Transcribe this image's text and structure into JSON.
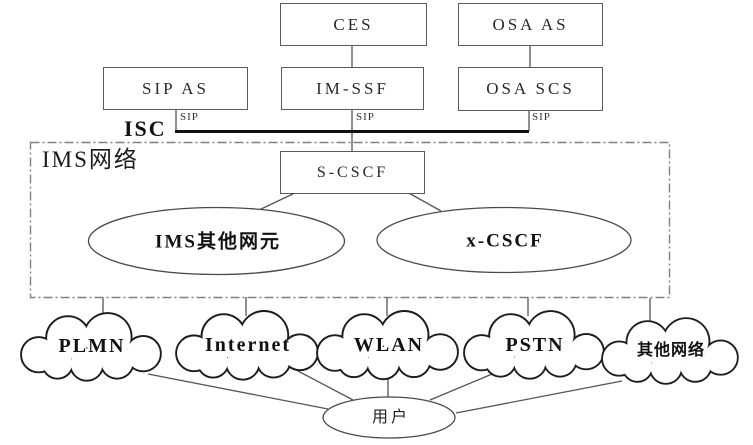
{
  "diagram": {
    "title_region_label": "IMS网络",
    "boxes": {
      "ces": "CES",
      "osa_as": "OSA AS",
      "sip_as": "SIP AS",
      "im_ssf": "IM-SSF",
      "osa_scs": "OSA SCS",
      "s_cscf": "S-CSCF"
    },
    "interface_labels": {
      "isc": "ISC",
      "sip_left": "SIP",
      "sip_middle": "SIP",
      "sip_right": "SIP"
    },
    "ellipses": {
      "ims_other_elements": "IMS其他网元",
      "x_cscf": "x-CSCF",
      "user": "用户"
    },
    "clouds": {
      "plmn": "PLMN",
      "internet": "Internet",
      "wlan": "WLAN",
      "pstn": "PSTN",
      "other_networks": "其他网络"
    },
    "colors": {
      "background": "#ffffff",
      "line": "#555555",
      "bus_line": "#111111",
      "dashed_border": "#808080",
      "text": "#1e1e1e"
    }
  }
}
